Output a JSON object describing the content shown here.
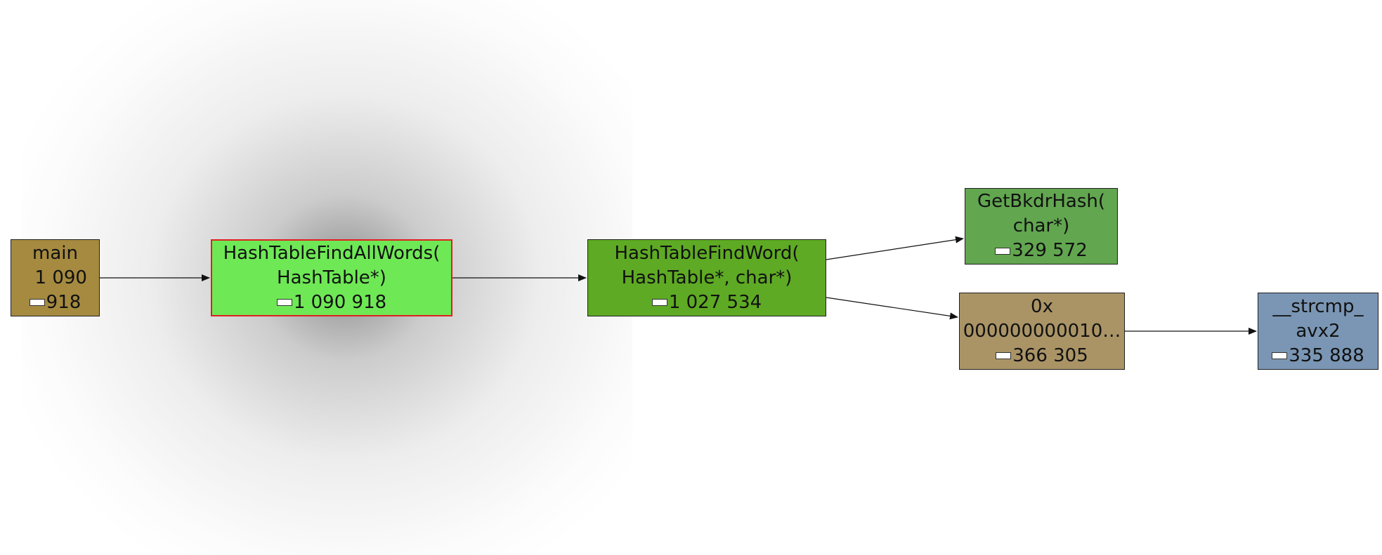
{
  "nodes": [
    {
      "id": "main",
      "lines": [
        "main",
        "  1 090"
      ],
      "cost": "918",
      "color": "#a58a40",
      "selected": false
    },
    {
      "id": "hashtablefindallwords",
      "lines": [
        "HashTableFindAllWords(",
        "HashTable*)"
      ],
      "cost": "1 090 918",
      "color": "#6ee855",
      "selected": true
    },
    {
      "id": "hashtablefindword",
      "lines": [
        "HashTableFindWord(",
        "HashTable*, char*)"
      ],
      "cost": "1 027 534",
      "color": "#5eaa24",
      "selected": false
    },
    {
      "id": "getbkdrhash",
      "lines": [
        "GetBkdrHash(",
        "char*)"
      ],
      "cost": "329 572",
      "color": "#62a650",
      "selected": false
    },
    {
      "id": "address",
      "lines": [
        "0x",
        "000000000010…"
      ],
      "cost": "366 305",
      "color": "#aa9466",
      "selected": false
    },
    {
      "id": "strcmp-avx2",
      "lines": [
        "__strcmp_",
        "avx2"
      ],
      "cost": "335 888",
      "color": "#7a96b4",
      "selected": false
    }
  ],
  "edges": [
    {
      "from": "main",
      "to": "hashtablefindallwords"
    },
    {
      "from": "hashtablefindallwords",
      "to": "hashtablefindword"
    },
    {
      "from": "hashtablefindword",
      "to": "getbkdrhash"
    },
    {
      "from": "hashtablefindword",
      "to": "address"
    },
    {
      "from": "address",
      "to": "strcmp-avx2"
    }
  ]
}
